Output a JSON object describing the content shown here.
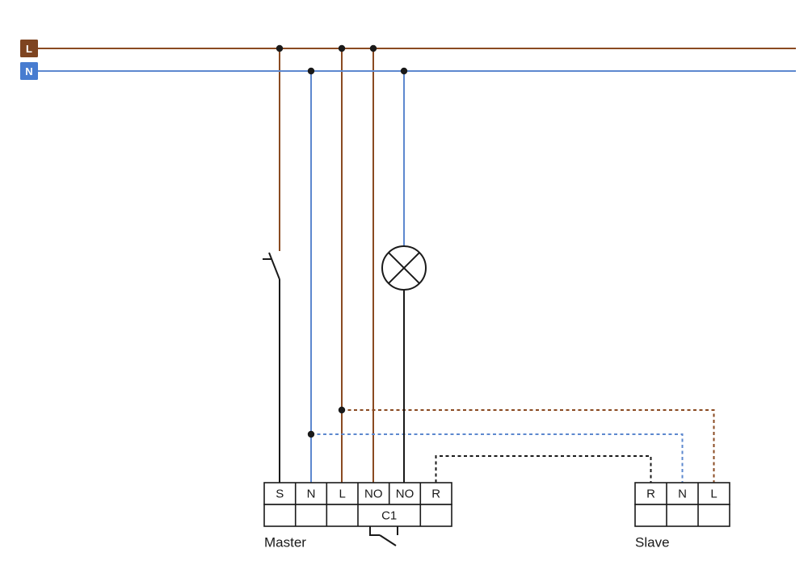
{
  "colors": {
    "brown": "#8a4a21",
    "brown_badge": "#7e4420",
    "blue": "#5d88cf",
    "blue_badge": "#477cd0",
    "black": "#1a1a1a"
  },
  "bus": {
    "live_label": "L",
    "neutral_label": "N"
  },
  "master": {
    "label": "Master",
    "terminals": [
      "S",
      "N",
      "L",
      "NO",
      "NO",
      "R"
    ],
    "channel_label": "C1"
  },
  "slave": {
    "label": "Slave",
    "terminals": [
      "R",
      "N",
      "L"
    ]
  }
}
